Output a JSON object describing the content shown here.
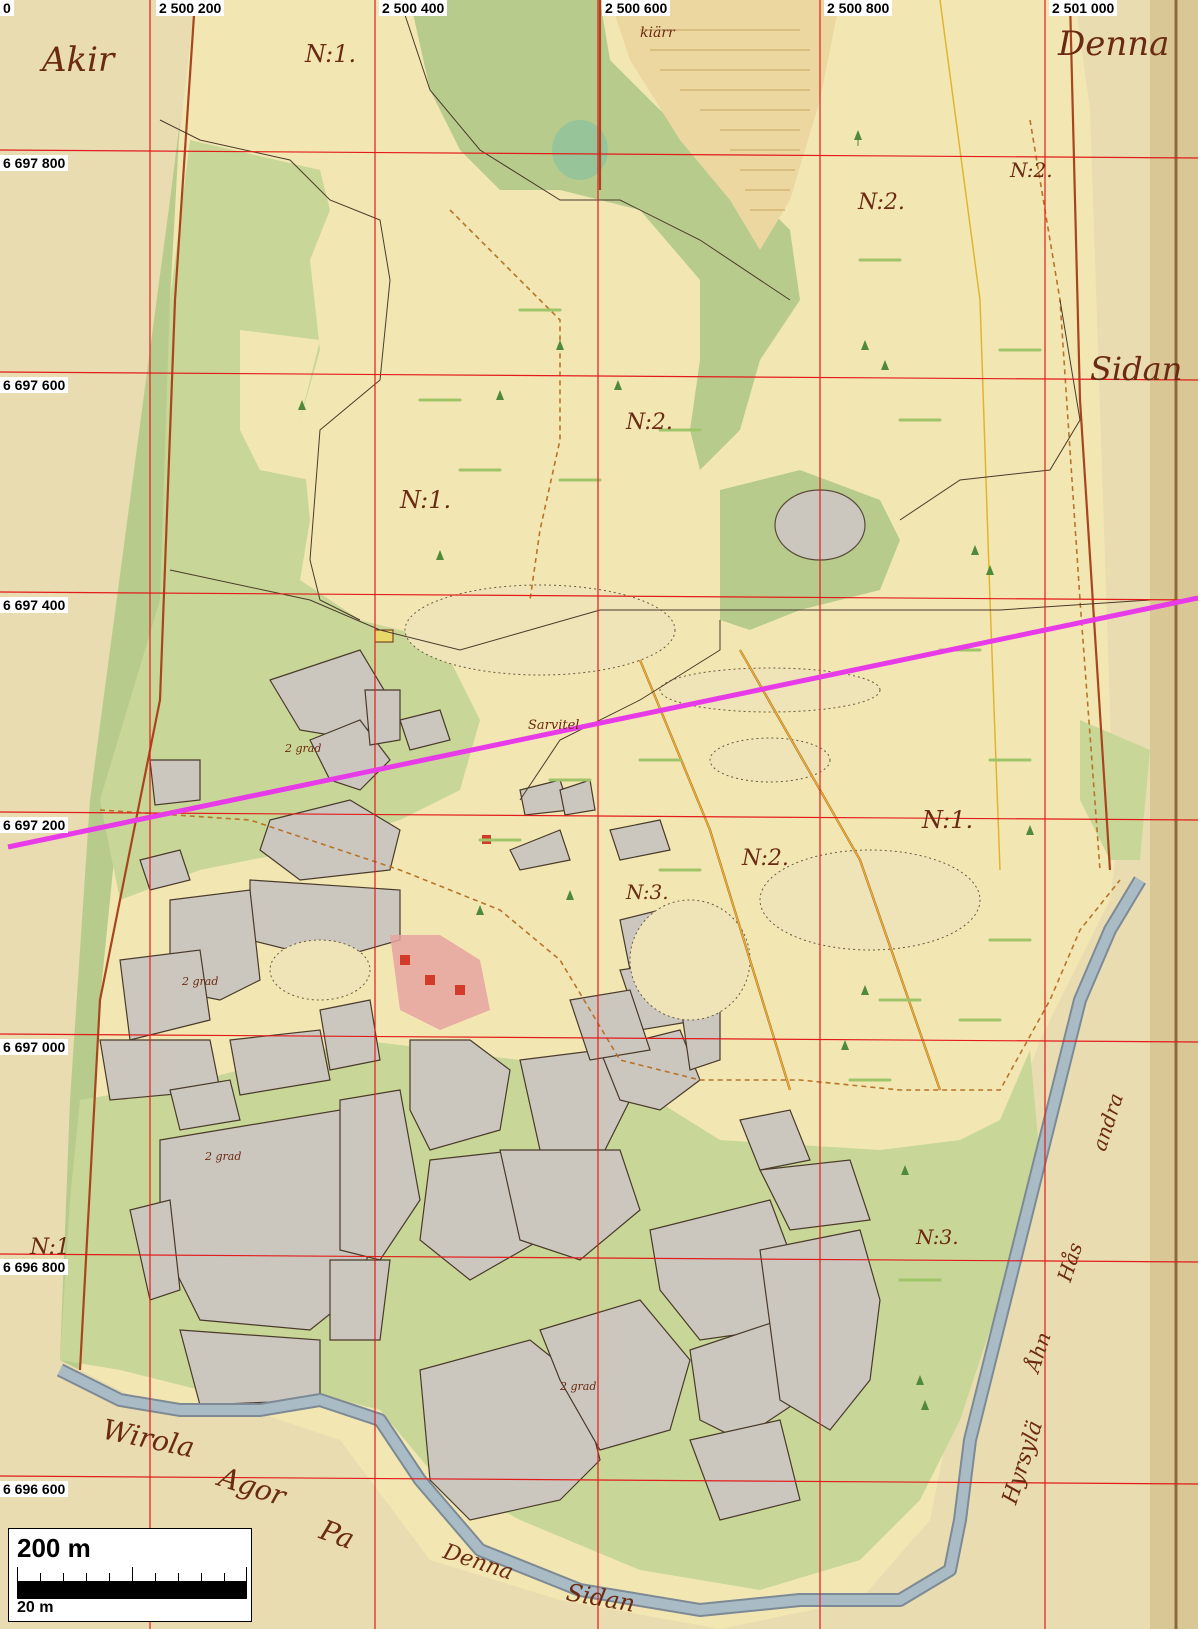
{
  "map": {
    "x_labels": [
      "0",
      "2 500 200",
      "2 500 400",
      "2 500 600",
      "2 500 800",
      "2 501 000"
    ],
    "y_labels": [
      "6 697 800",
      "6 697 600",
      "6 697 400",
      "6 697 200",
      "6 697 000",
      "6 696 800",
      "6 696 600"
    ],
    "colors": {
      "paper": "#e9dcb0",
      "field": "#f2e7b3",
      "meadow": "#c8d797",
      "forest": "#b7cc8c",
      "plot_grey": "#cbc7bf",
      "water": "#9fb1b9",
      "grid_line": "#e31b1b",
      "profile_line": "#e83be8",
      "ink": "#6b2a12"
    },
    "labels": {
      "aker": "Akir",
      "denna": "Denna",
      "sidan": "Sidan",
      "no1_top": "N:1.",
      "no1_mid": "N:1.",
      "no1_right": "N:1.",
      "no1_bottom": "N:1",
      "no2_a": "N:2.",
      "no2_b": "N:2.",
      "no2_c": "N:2.",
      "no2_d": "N:2.",
      "no3_a": "N:3.",
      "no3_b": "N:3.",
      "wirola": "Wirola",
      "agor": "Agor",
      "pa": "Pa",
      "denna_bottom": "Denna",
      "sidan_bottom": "Sidan",
      "hyrsyla": "Hyrsylä",
      "aen": "Åhn",
      "has": "Hås",
      "andra": "andra",
      "kiarr": "kiärr",
      "sarv": "Sarvitel",
      "grad_a": "2 grad",
      "grad_b": "2 grad",
      "grad_c": "2 grad",
      "grad_d": "2 grad"
    },
    "scale": {
      "major": "200 m",
      "minor": "20 m"
    }
  }
}
